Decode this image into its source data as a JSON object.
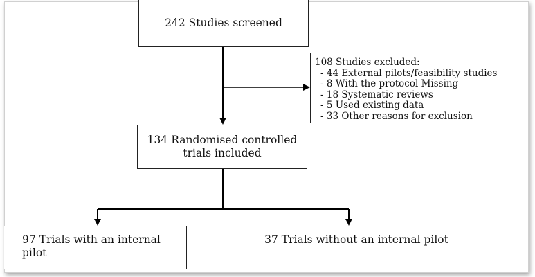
{
  "nodes": {
    "screened": "242 Studies screened",
    "excluded": {
      "heading": "108 Studies excluded:",
      "reasons": [
        "44 External pilots/feasibility studies",
        "8 With the protocol Missing",
        "18 Systematic reviews",
        "5 Used existing data",
        "33 Other reasons for exclusion"
      ]
    },
    "rct": "134 Randomised controlled trials included",
    "internal_pilot": "97 Trials with an internal pilot",
    "no_internal_pilot": "37 Trials without an internal pilot"
  },
  "colors": {
    "line": "#000000",
    "box_border": "#222222",
    "text": "#111111"
  }
}
